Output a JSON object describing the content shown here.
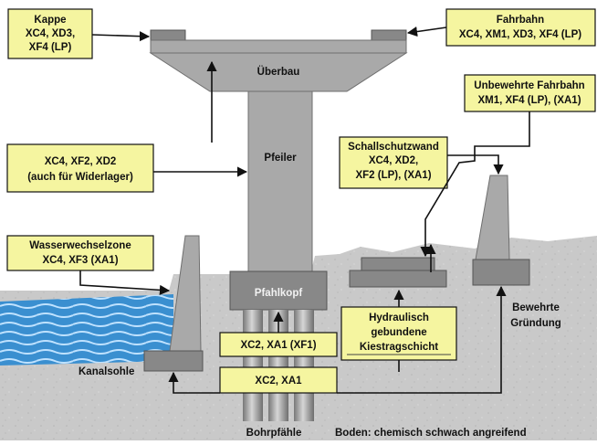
{
  "structure": {
    "ueberbau": "Überbau",
    "pfeiler": "Pfeiler",
    "pfahlkopf": "Pfahlkopf",
    "kanalsohle": "Kanalsohle",
    "bewehrte_gruendung": [
      "Bewehrte",
      "Gründung"
    ],
    "bohrpfaehle": "Bohrpfähle",
    "boden": "Boden: chemisch schwach angreifend"
  },
  "boxes": {
    "kappe": [
      "Kappe",
      "XC4, XD3,",
      "XF4 (LP)"
    ],
    "fahrbahn": [
      "Fahrbahn",
      "XC4, XM1, XD3, XF4 (LP)"
    ],
    "unbewehrte_fahrbahn": [
      "Unbewehrte Fahrbahn",
      "XM1, XF4 (LP), (XA1)"
    ],
    "pfeiler_box": [
      "XC4, XF2, XD2",
      "(auch für Widerlager)"
    ],
    "schallschutzwand": [
      "Schallschutzwand",
      "XC4, XD2,",
      "XF2 (LP), (XA1)"
    ],
    "wasserwechselzone": [
      "Wasserwechselzone",
      "XC4, XF3 (XA1)"
    ],
    "kiestragschicht": [
      "Hydraulisch",
      "gebundene",
      "Kiestragschicht"
    ],
    "pfahl_oben": "XC2, XA1 (XF1)",
    "pfahl_unten": "XC2, XA1"
  },
  "colors": {
    "label_box": "#f5f5a0",
    "concrete": "#a9a9a9",
    "ground": "#c8c8c8",
    "water": "#3a8fd0"
  }
}
